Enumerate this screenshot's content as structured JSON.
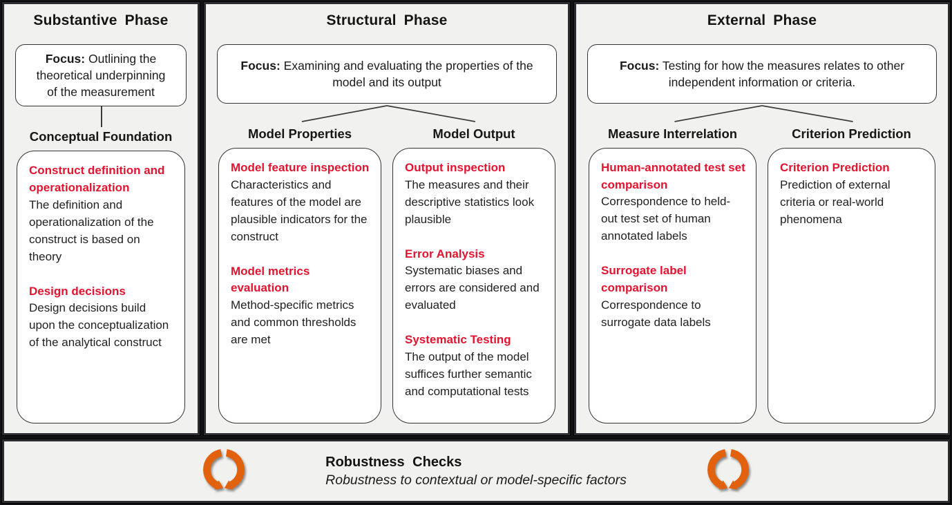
{
  "panels": [
    {
      "title": "Substantive Phase",
      "focus_label": "Focus:",
      "focus_text": "Outlining the theoretical underpinning of the measurement",
      "columns": [
        {
          "label": "Conceptual Foundation",
          "items": [
            {
              "heading": "Construct definition and operationalization",
              "body": "The definition and operationalization of the construct is based on theory"
            },
            {
              "heading": "Design decisions",
              "body": "Design decisions build upon the conceptualization of the analytical construct"
            }
          ]
        }
      ]
    },
    {
      "title": "Structural Phase",
      "focus_label": "Focus:",
      "focus_text": "Examining and evaluating the properties of the model and its output",
      "columns": [
        {
          "label": "Model Properties",
          "items": [
            {
              "heading": "Model feature inspection",
              "body": "Characteristics and features of the model are plausible indicators for the construct"
            },
            {
              "heading": "Model metrics evaluation",
              "body": "Method-specific metrics and common thresholds are met"
            }
          ]
        },
        {
          "label": "Model Output",
          "items": [
            {
              "heading": "Output inspection",
              "body": "The measures and their descriptive statistics look plausible"
            },
            {
              "heading": "Error Analysis",
              "body": "Systematic biases and errors are considered and evaluated"
            },
            {
              "heading": "Systematic Testing",
              "body": "The output of the model suffices further semantic and computational tests"
            }
          ]
        }
      ]
    },
    {
      "title": "External Phase",
      "focus_label": "Focus:",
      "focus_text": "Testing for how the measures relates to other independent information or criteria.",
      "columns": [
        {
          "label": "Measure Interrelation",
          "items": [
            {
              "heading": "Human-annotated test set comparison",
              "body": "Correspondence to held-out test set of human annotated labels"
            },
            {
              "heading": "Surrogate label comparison",
              "body": "Correspondence to surrogate data labels"
            }
          ]
        },
        {
          "label": "Criterion Prediction",
          "items": [
            {
              "heading": "Criterion Prediction",
              "body": "Prediction of external criteria or real-world phenomena"
            }
          ]
        }
      ]
    }
  ],
  "footer": {
    "title": "Robustness Checks",
    "subtitle": "Robustness to contextual or model-specific factors",
    "icon": "cycle-arrows-icon"
  },
  "colors": {
    "heading_red": "#E4132F",
    "icon_orange": "#E2610C",
    "panel_background": "#F1F1EF",
    "card_background": "#FFFFFF",
    "border_dark": "#2C2C31"
  }
}
